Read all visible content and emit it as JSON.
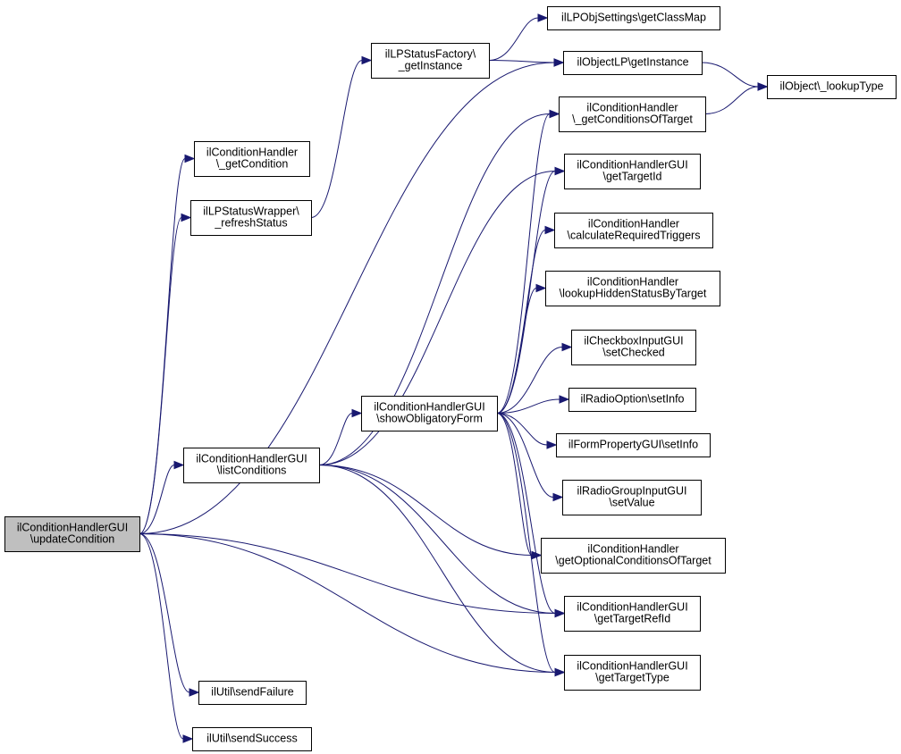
{
  "colors": {
    "edge": "#191970",
    "root_fill": "#bfbfbf",
    "node_fill": "#ffffff",
    "border": "#000000"
  },
  "nodes": [
    {
      "id": "updateCondition",
      "lines": [
        "ilConditionHandlerGUI",
        "\\updateCondition"
      ],
      "root": true
    },
    {
      "id": "getCondition",
      "lines": [
        "ilConditionHandler",
        "\\_getCondition"
      ]
    },
    {
      "id": "refreshStatus",
      "lines": [
        "ilLPStatusWrapper\\",
        "_refreshStatus"
      ]
    },
    {
      "id": "lpFactory",
      "lines": [
        "ilLPStatusFactory\\",
        "_getInstance"
      ]
    },
    {
      "id": "getClassMap",
      "lines": [
        "ilLPObjSettings\\getClassMap"
      ]
    },
    {
      "id": "objLPgetInstance",
      "lines": [
        "ilObjectLP\\getInstance"
      ]
    },
    {
      "id": "lookupType",
      "lines": [
        "ilObject\\_lookupType"
      ]
    },
    {
      "id": "getCondOfTarget",
      "lines": [
        "ilConditionHandler",
        "\\_getConditionsOfTarget"
      ]
    },
    {
      "id": "getTargetId",
      "lines": [
        "ilConditionHandlerGUI",
        "\\getTargetId"
      ]
    },
    {
      "id": "calcReq",
      "lines": [
        "ilConditionHandler",
        "\\calculateRequiredTriggers"
      ]
    },
    {
      "id": "lookupHidden",
      "lines": [
        "ilConditionHandler",
        "\\lookupHiddenStatusByTarget"
      ]
    },
    {
      "id": "setChecked",
      "lines": [
        "ilCheckboxInputGUI",
        "\\setChecked"
      ]
    },
    {
      "id": "setInfoRadio",
      "lines": [
        "ilRadioOption\\setInfo"
      ]
    },
    {
      "id": "setInfoForm",
      "lines": [
        "ilFormPropertyGUI\\setInfo"
      ]
    },
    {
      "id": "setValue",
      "lines": [
        "ilRadioGroupInputGUI",
        "\\setValue"
      ]
    },
    {
      "id": "getOptional",
      "lines": [
        "ilConditionHandler",
        "\\getOptionalConditionsOfTarget"
      ]
    },
    {
      "id": "getTargetRefId",
      "lines": [
        "ilConditionHandlerGUI",
        "\\getTargetRefId"
      ]
    },
    {
      "id": "getTargetType",
      "lines": [
        "ilConditionHandlerGUI",
        "\\getTargetType"
      ]
    },
    {
      "id": "showObligatory",
      "lines": [
        "ilConditionHandlerGUI",
        "\\showObligatoryForm"
      ]
    },
    {
      "id": "listConditions",
      "lines": [
        "ilConditionHandlerGUI",
        "\\listConditions"
      ]
    },
    {
      "id": "sendFailure",
      "lines": [
        "ilUtil\\sendFailure"
      ]
    },
    {
      "id": "sendSuccess",
      "lines": [
        "ilUtil\\sendSuccess"
      ]
    }
  ],
  "edges": [
    [
      "updateCondition",
      "getCondition"
    ],
    [
      "updateCondition",
      "refreshStatus"
    ],
    [
      "updateCondition",
      "objLPgetInstance"
    ],
    [
      "updateCondition",
      "listConditions"
    ],
    [
      "updateCondition",
      "getTargetRefId"
    ],
    [
      "updateCondition",
      "getTargetType"
    ],
    [
      "updateCondition",
      "sendFailure"
    ],
    [
      "updateCondition",
      "sendSuccess"
    ],
    [
      "refreshStatus",
      "lpFactory"
    ],
    [
      "lpFactory",
      "getClassMap"
    ],
    [
      "lpFactory",
      "objLPgetInstance"
    ],
    [
      "objLPgetInstance",
      "lookupType"
    ],
    [
      "getCondOfTarget",
      "lookupType"
    ],
    [
      "listConditions",
      "showObligatory"
    ],
    [
      "listConditions",
      "getCondOfTarget"
    ],
    [
      "listConditions",
      "getTargetId"
    ],
    [
      "listConditions",
      "getOptional"
    ],
    [
      "listConditions",
      "getTargetRefId"
    ],
    [
      "listConditions",
      "getTargetType"
    ],
    [
      "showObligatory",
      "getCondOfTarget"
    ],
    [
      "showObligatory",
      "getTargetId"
    ],
    [
      "showObligatory",
      "calcReq"
    ],
    [
      "showObligatory",
      "lookupHidden"
    ],
    [
      "showObligatory",
      "setChecked"
    ],
    [
      "showObligatory",
      "setInfoRadio"
    ],
    [
      "showObligatory",
      "setInfoForm"
    ],
    [
      "showObligatory",
      "setValue"
    ],
    [
      "showObligatory",
      "getOptional"
    ],
    [
      "showObligatory",
      "getTargetRefId"
    ],
    [
      "showObligatory",
      "getTargetType"
    ]
  ]
}
